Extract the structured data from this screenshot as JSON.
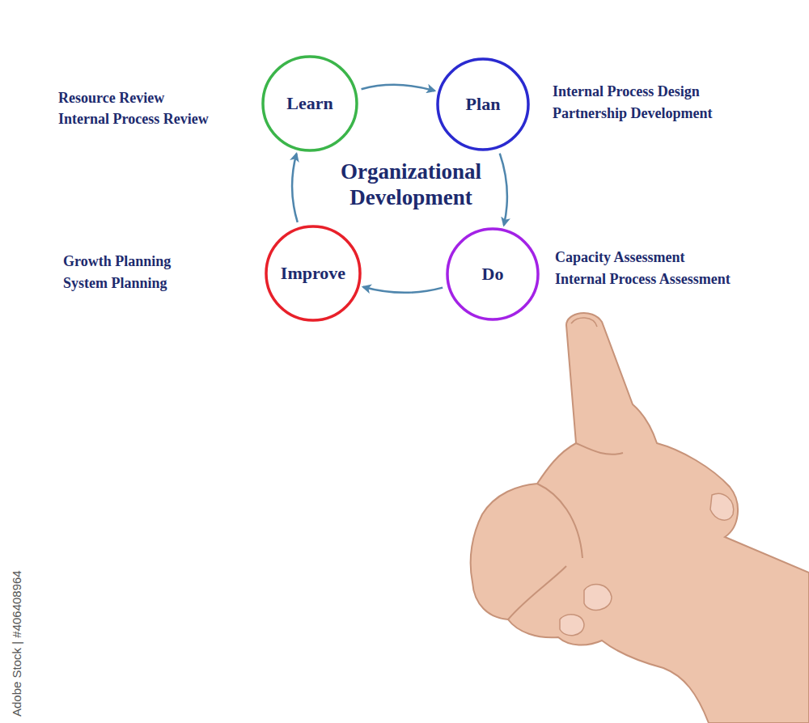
{
  "diagram": {
    "title": "Organizational Development",
    "nodes": [
      {
        "text": [
          "Learn"
        ]
      },
      {
        "text": [
          "Plan"
        ]
      },
      {
        "text": [
          "Do"
        ]
      },
      {
        "text": [
          "Improve"
        ]
      }
    ],
    "edges": [
      {
        "from": 0,
        "to": 1,
        "arrow": "to"
      },
      {
        "from": 1,
        "to": 2,
        "arrow": "to"
      },
      {
        "from": 2,
        "to": 3,
        "arrow": "to"
      },
      {
        "from": 3,
        "to": 0,
        "arrow": "to"
      }
    ],
    "labels": [
      "Resource Review",
      "Internal Process Review",
      "Internal Process Design",
      "Partnership Development",
      "Capacity Assessment",
      "Internal Process Assessment",
      "Growth Planning",
      "System Planning",
      "Adobe Stock | #406408964"
    ]
  }
}
